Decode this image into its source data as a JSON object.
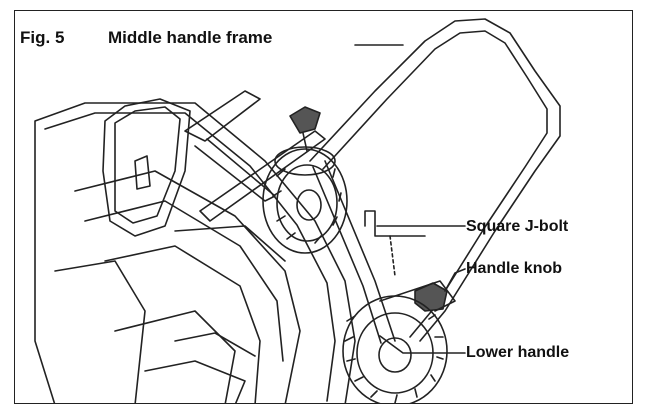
{
  "figure": {
    "number": "Fig. 5",
    "title": "Middle handle frame"
  },
  "callouts": {
    "square_j_bolt": "Square J-bolt",
    "handle_knob": "Handle knob",
    "lower_handle": "Lower handle"
  },
  "colors": {
    "line": "#222222",
    "knob_fill": "#555555",
    "background": "#ffffff"
  }
}
